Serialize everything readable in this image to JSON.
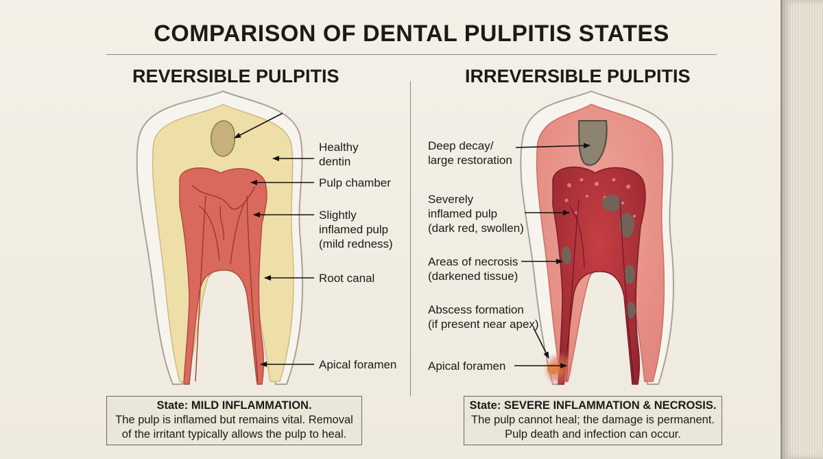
{
  "title": "COMPARISON OF DENTAL PULPITIS STATES",
  "left": {
    "heading": "REVERSIBLE PULPITIS",
    "labels": {
      "healthy_dentin": [
        "Healthy",
        "dentin"
      ],
      "pulp_chamber": "Pulp chamber",
      "inflamed_pulp": [
        "Slightly",
        "inflamed pulp",
        "(mild redness)"
      ],
      "root_canal": "Root canal",
      "apical_foramen": "Apical foramen"
    },
    "state": {
      "heading": "State: MILD INFLAMMATION.",
      "lines": [
        "The pulp is inflamed but remains vital. Removal",
        "of the irritant typically allows the pulp to heal."
      ]
    }
  },
  "right": {
    "heading": "IRREVERSIBLE PULPITIS",
    "labels": {
      "deep_decay": [
        "Deep decay/",
        "large restoration"
      ],
      "severely_inflamed": [
        "Severely",
        "inflamed pulp",
        "(dark red, swollen)"
      ],
      "necrosis": [
        "Areas of necrosis",
        "(darkened tissue)"
      ],
      "abscess": [
        "Abscess formation",
        "(if present near apex)"
      ],
      "apical_foramen": "Apical foramen"
    },
    "state": {
      "heading": "State: SEVERE INFLAMMATION & NECROSIS.",
      "lines": [
        "The pulp cannot heal; the damage is permanent.",
        "Pulp death and infection can occur."
      ]
    }
  },
  "colors": {
    "enamel": "#f7f4ee",
    "dentin_healthy": "#eedfa9",
    "pulp_mild": "#d9695c",
    "pulp_severe": "#b8333a",
    "necrosis": "#6b6a5d",
    "decay": "#8c8370",
    "abscess": "#d9813f"
  }
}
